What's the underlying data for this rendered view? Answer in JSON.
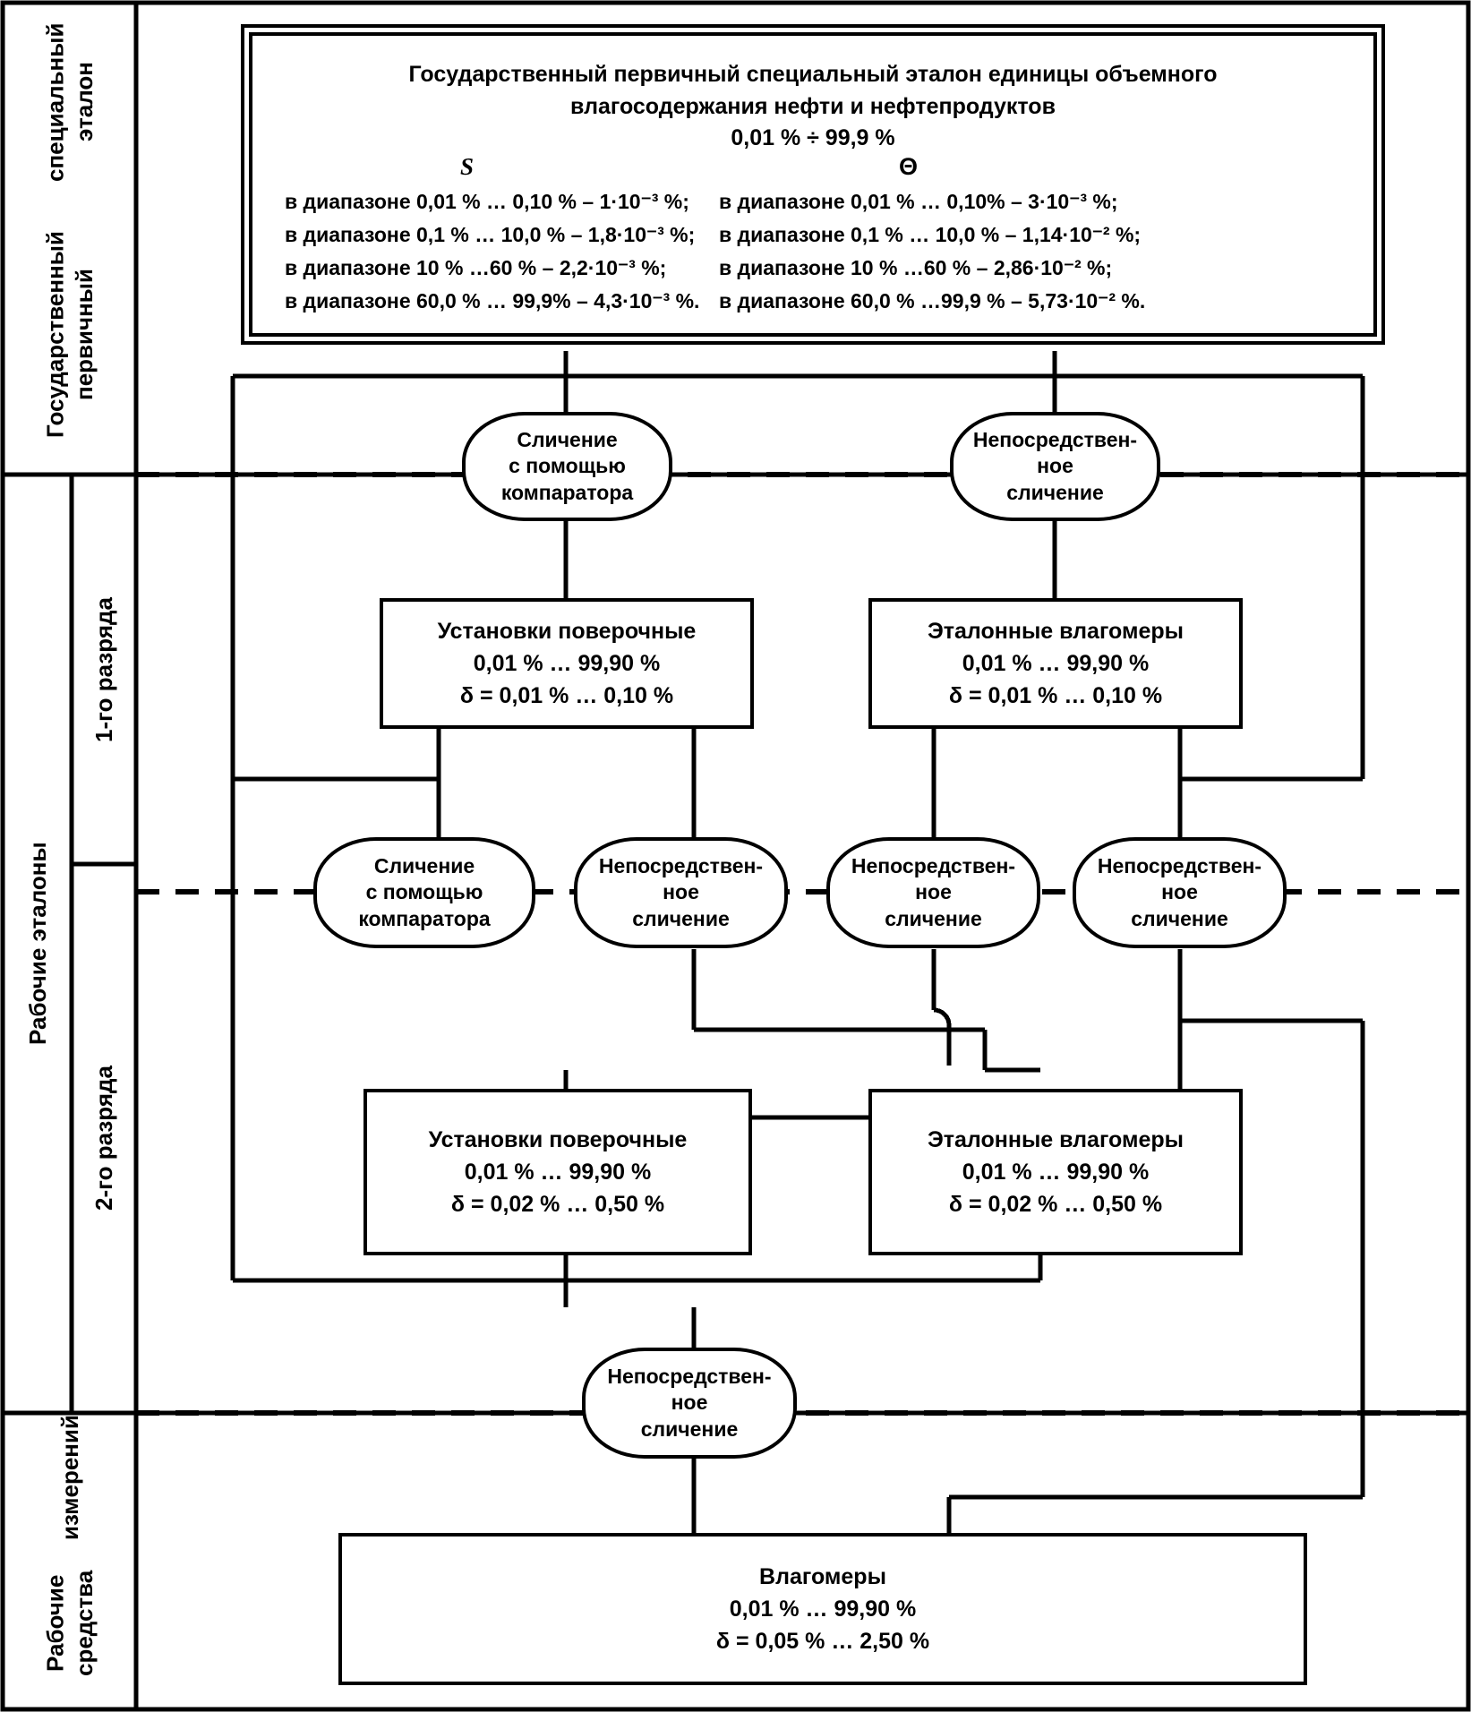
{
  "sidebar": {
    "tier1_label": "Государственный первичный\nспециальный эталон",
    "tier2_label": "Рабочие эталоны",
    "tier2_sub1_label": "1-го разряда",
    "tier2_sub2_label": "2-го разряда",
    "tier3_label": "Рабочие средства\nизмерений"
  },
  "primary_standard": {
    "title_line1": "Государственный первичный специальный эталон единицы объемного",
    "title_line2": "влагосодержания нефти и нефтепродуктов",
    "range": "0,01 % ÷ 99,9 %",
    "symbol_s": "S",
    "symbol_theta": "Θ",
    "s_rows": [
      "в диапазоне 0,01 % … 0,10 % – 1·10⁻³ %;",
      "в диапазоне 0,1 % … 10,0 % – 1,8·10⁻³ %;",
      "в диапазоне 10 % …60 % – 2,2·10⁻³ %;",
      "в диапазоне 60,0 % … 99,9% – 4,3·10⁻³ %."
    ],
    "theta_rows": [
      "в диапазоне 0,01 % … 0,10% – 3·10⁻³ %;",
      "в диапазоне 0,1 % … 10,0 % – 1,14·10⁻² %;",
      "в диапазоне 10 % …60 % – 2,86·10⁻² %;",
      "в диапазоне 60,0 % …99,9 % – 5,73·10⁻² %."
    ]
  },
  "methods": {
    "comparator": "Сличение\nс помощью\nкомпаратора",
    "direct": "Непосредствен-\nное\nсличение"
  },
  "tier1": {
    "left_box": {
      "name": "Установки поверочные",
      "range": "0,01 % … 99,90 %",
      "error": "δ = 0,01 % … 0,10 %"
    },
    "right_box": {
      "name": "Эталонные влагомеры",
      "range": "0,01 % … 99,90 %",
      "error": "δ = 0,01 % … 0,10 %"
    }
  },
  "tier2": {
    "left_box": {
      "name": "Установки поверочные",
      "range": "0,01 % … 99,90 %",
      "error": "δ = 0,02 % … 0,50 %"
    },
    "right_box": {
      "name": "Эталонные влагомеры",
      "range": "0,01 % … 99,90 %",
      "error": "δ = 0,02 % … 0,50 %"
    }
  },
  "tier3": {
    "box": {
      "name": "Влагомеры",
      "range": "0,01 % … 99,90 %",
      "error": "δ = 0,05 % … 2,50 %"
    }
  },
  "nodes": {
    "n_t1_comparator": "Сличение\nс помощью\nкомпаратора",
    "n_t1_direct": "Непосредствен-\nное\nсличение",
    "n_t2_comparator": "Сличение\nс помощью\nкомпаратора",
    "n_t2_direct_a": "Непосредствен-\nное\nсличение",
    "n_t2_direct_b": "Непосредствен-\nное\nсличение",
    "n_t2_direct_c": "Непосредствен-\nное\nсличение",
    "n_t3_direct": "Непосредствен-\nное\nсличение"
  },
  "colors": {
    "line": "#000000",
    "background": "#ffffff"
  }
}
